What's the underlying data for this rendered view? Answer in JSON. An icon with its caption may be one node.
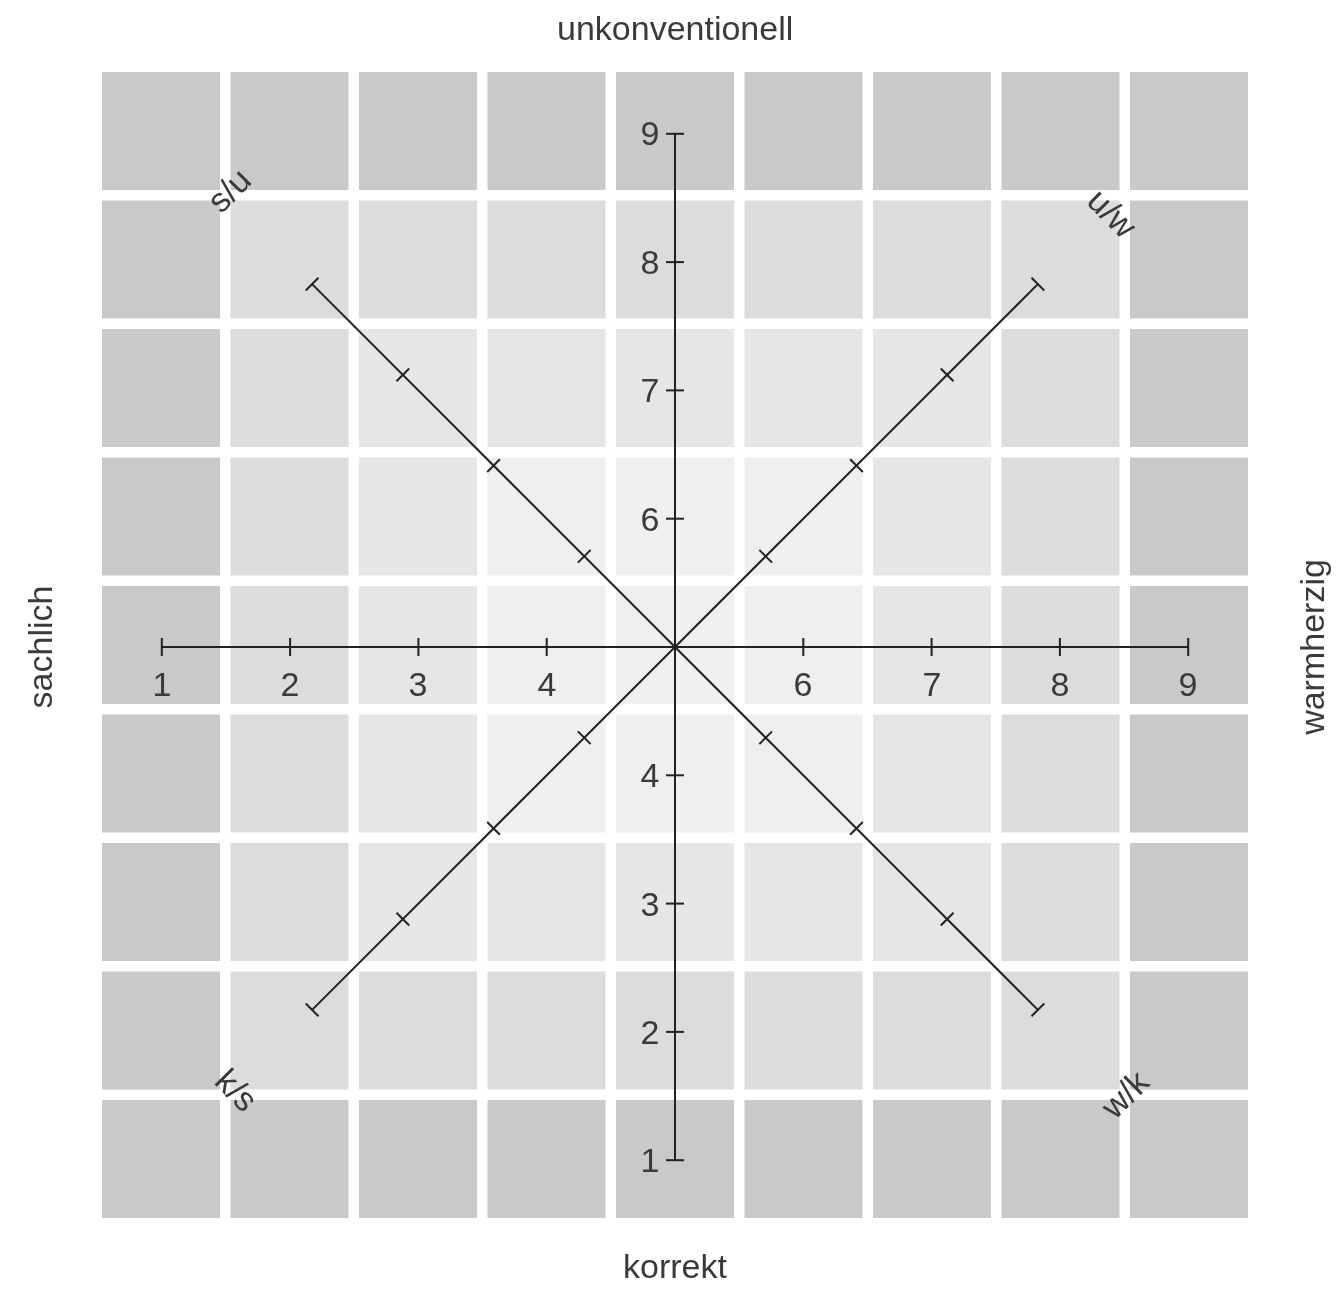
{
  "diagram": {
    "labels": [
      "unkonventionell",
      "9",
      "s/u",
      "u/w",
      "8",
      "7",
      "6",
      "sachlich",
      "warmherzig",
      "1",
      "2",
      "3",
      "4",
      "6",
      "7",
      "8",
      "9",
      "4",
      "3",
      "2",
      "1",
      "k/s",
      "w/k",
      "korrekt"
    ]
  }
}
